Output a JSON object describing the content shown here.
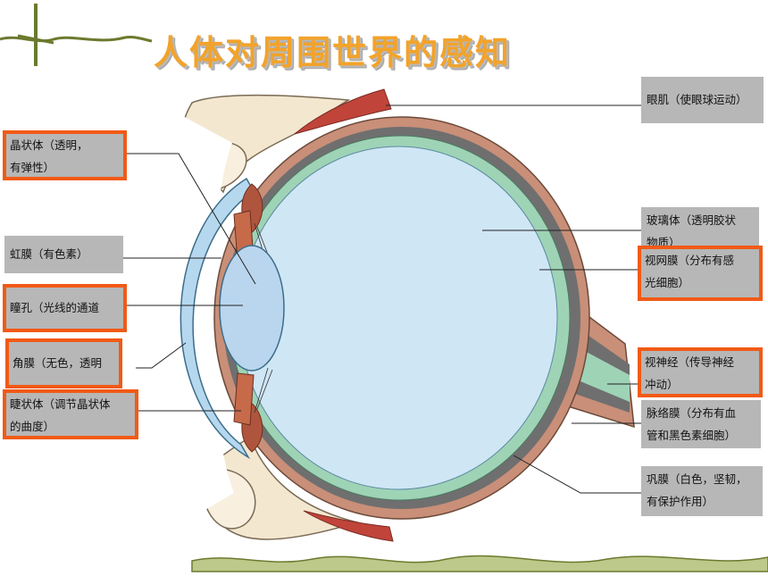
{
  "title": "人体对周围世界的感知",
  "labels": {
    "jingzhuangti": "晶状体（透明，\n有弹性）",
    "hongmo": "虹膜（有色素）",
    "tongkong": "瞳孔（光线的通道",
    "jiaomo": "角膜（无色，透明",
    "jiezhuangti": "睫状体（调节晶状体\n的曲度）",
    "yanji": "眼肌（使眼球运动）",
    "bolitu": "玻璃体（透明胶状\n物质）",
    "shiwangmo": "视网膜（分布有感\n光细胞）",
    "shishenjing": "视神经（传导神经\n冲动）",
    "mailuomo": "脉络膜（分布有血\n管和黑色素细胞）",
    "gongmo": "巩膜（白色，坚韧，\n有保护作用）"
  },
  "colors": {
    "title": "#f2a32b",
    "highlight": "#f15a16",
    "label_bg": "#b7b7b7",
    "sclera": "#c98f78",
    "choroid": "#6f6f6f",
    "retina": "#9fd3b6",
    "vitreous": "#cfe6f5",
    "cornea": "#b6d8ee",
    "muscle": "#c0443a",
    "skin": "#f3e7cf"
  }
}
